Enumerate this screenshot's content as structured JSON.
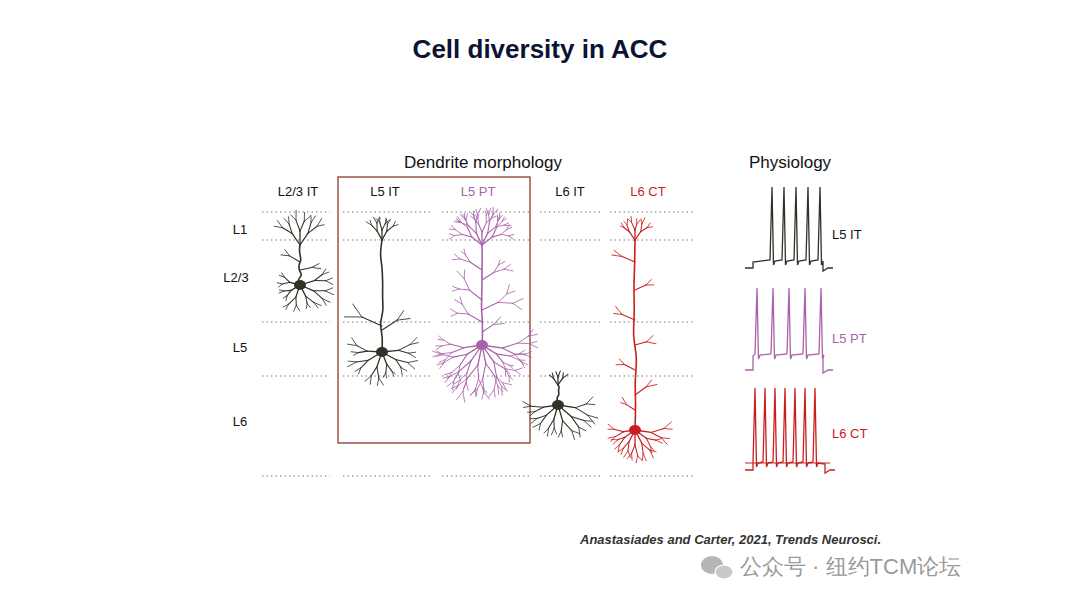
{
  "diagram": {
    "title": "Cell diversity in ACC",
    "caption": "Anastasiades and Carter, 2021, Trends Neurosci.",
    "labels": [
      "Dendrite morphology",
      "Physiology",
      "L2/3 IT",
      "L5 IT",
      "L5 PT",
      "L6 IT",
      "L6 CT",
      "L1",
      "L2/3",
      "L5",
      "L6",
      "L5 IT",
      "L5 PT",
      "L6 CT",
      "公众号 · 纽约TCM论坛"
    ]
  }
}
